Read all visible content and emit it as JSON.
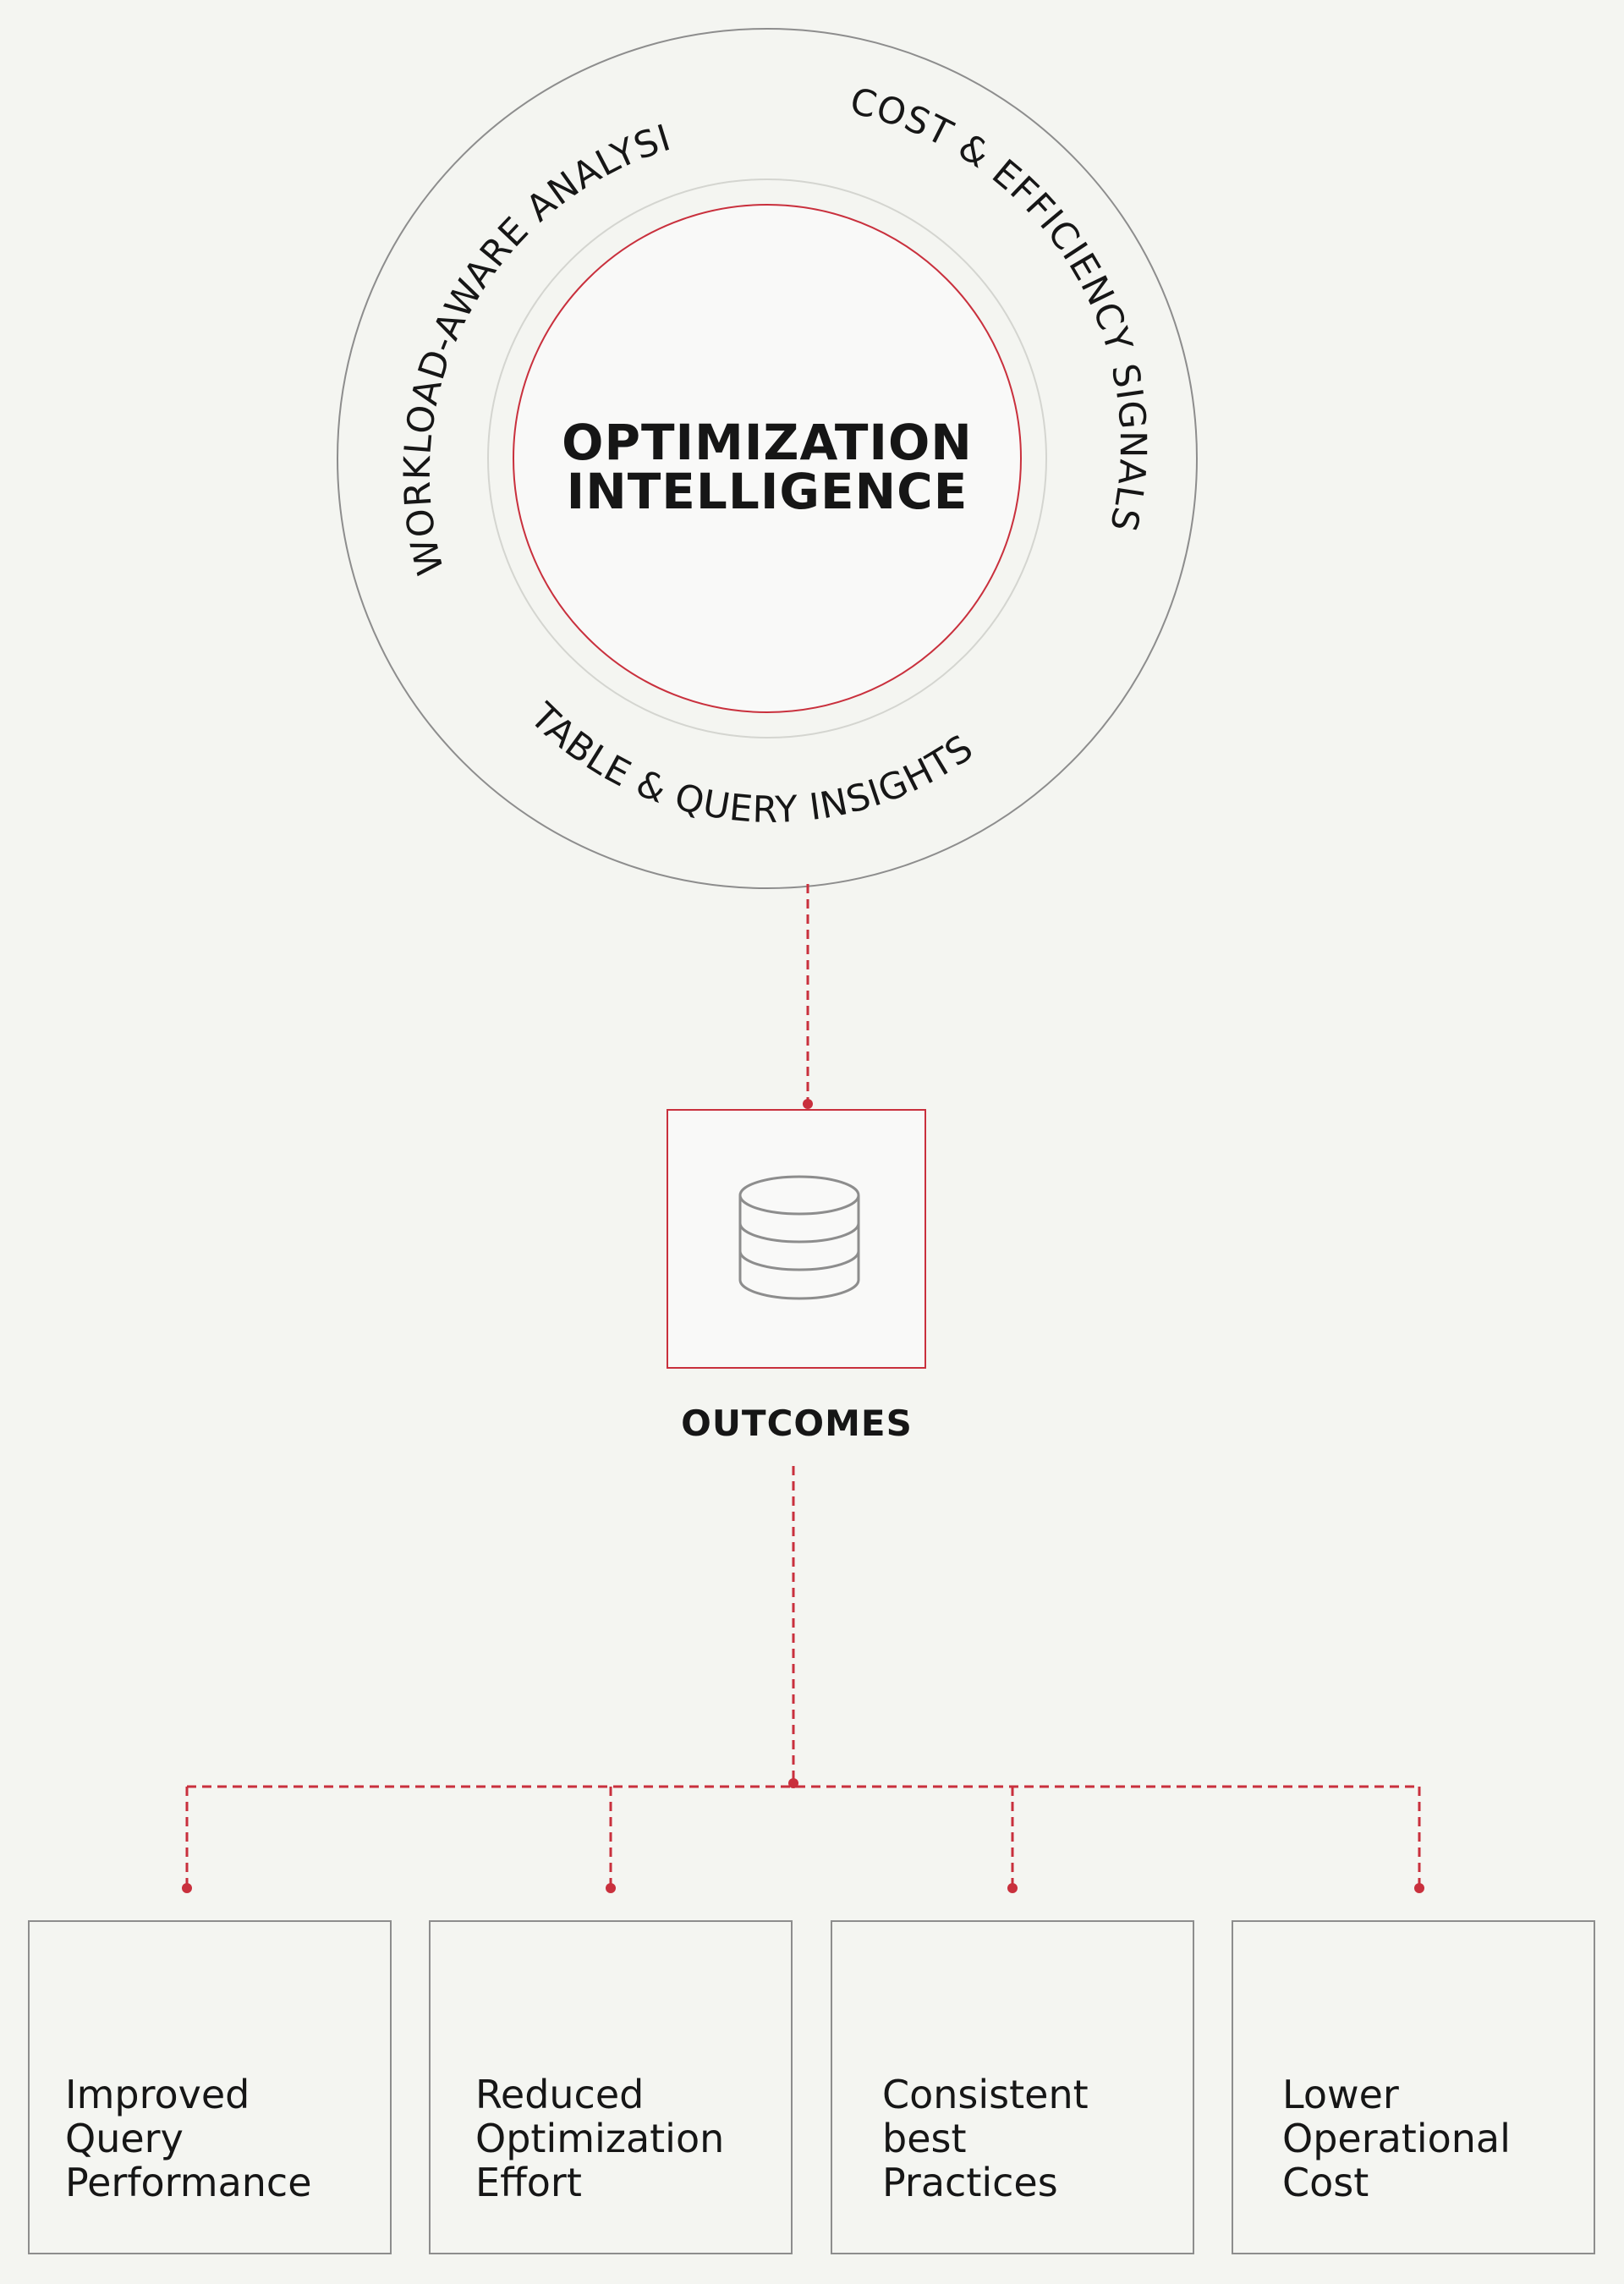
{
  "hub": {
    "center_title_line1": "OPTIMIZATION",
    "center_title_line2": "INTELLIGENCE",
    "ring_labels": {
      "left": "WORKLOAD-AWARE ANALYSIS",
      "right": "COST & EFFICIENCY SIGNALS",
      "bottom": "TABLE & QUERY INSIGHTS"
    }
  },
  "outcomes": {
    "label": "OUTCOMES",
    "icon": "database-icon"
  },
  "cards": [
    {
      "lines": [
        "Improved",
        "Query",
        "Performance"
      ]
    },
    {
      "lines": [
        "Reduced",
        "Optimization",
        "Effort"
      ]
    },
    {
      "lines": [
        "Consistent",
        "best",
        "Practices"
      ]
    },
    {
      "lines": [
        "Lower",
        "Operational",
        "Cost"
      ]
    }
  ],
  "colors": {
    "background": "#f4f5f1",
    "accent": "#c9303d",
    "outline": "#8d8d8d",
    "text": "#161616"
  }
}
